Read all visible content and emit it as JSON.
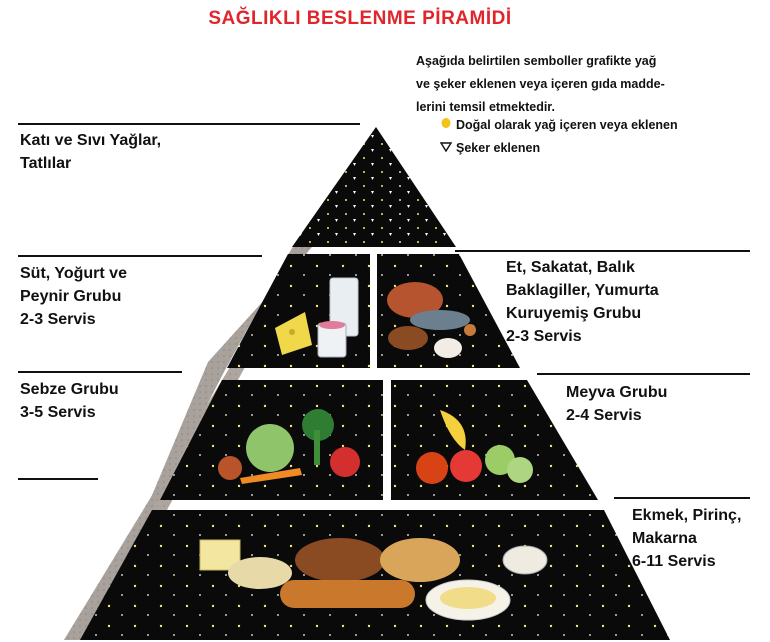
{
  "title": "SAĞLIKLI BESLENME PİRAMİDİ",
  "legend": {
    "intro_lines": [
      "Aşağıda belirtilen semboller grafikte yağ",
      "ve şeker eklenen veya içeren gıda madde-",
      "lerini temsil etmektedir."
    ],
    "items": [
      {
        "label": "Doğal olarak yağ içeren veya eklenen",
        "icon": "fat-dot-icon",
        "color": "#f0c419"
      },
      {
        "label": "Şeker eklenen",
        "icon": "sugar-triangle-icon",
        "color": "#111111"
      }
    ]
  },
  "groups": {
    "fats": {
      "lines": [
        "Katı ve Sıvı Yağlar,",
        "Tatlılar"
      ]
    },
    "dairy": {
      "lines": [
        "Süt, Yoğurt ve",
        "Peynir Grubu",
        "2-3 Servis"
      ]
    },
    "meat": {
      "lines": [
        "Et, Sakatat, Balık",
        "Baklagiller, Yumurta",
        "Kuruyemiş Grubu",
        "2-3 Servis"
      ]
    },
    "vegetable": {
      "lines": [
        "Sebze Grubu",
        "3-5 Servis"
      ]
    },
    "fruit": {
      "lines": [
        "Meyva Grubu",
        "2-4 Servis"
      ]
    },
    "grain": {
      "lines": [
        "Ekmek, Pirinç,",
        "Makarna",
        "6-11 Servis"
      ]
    }
  }
}
